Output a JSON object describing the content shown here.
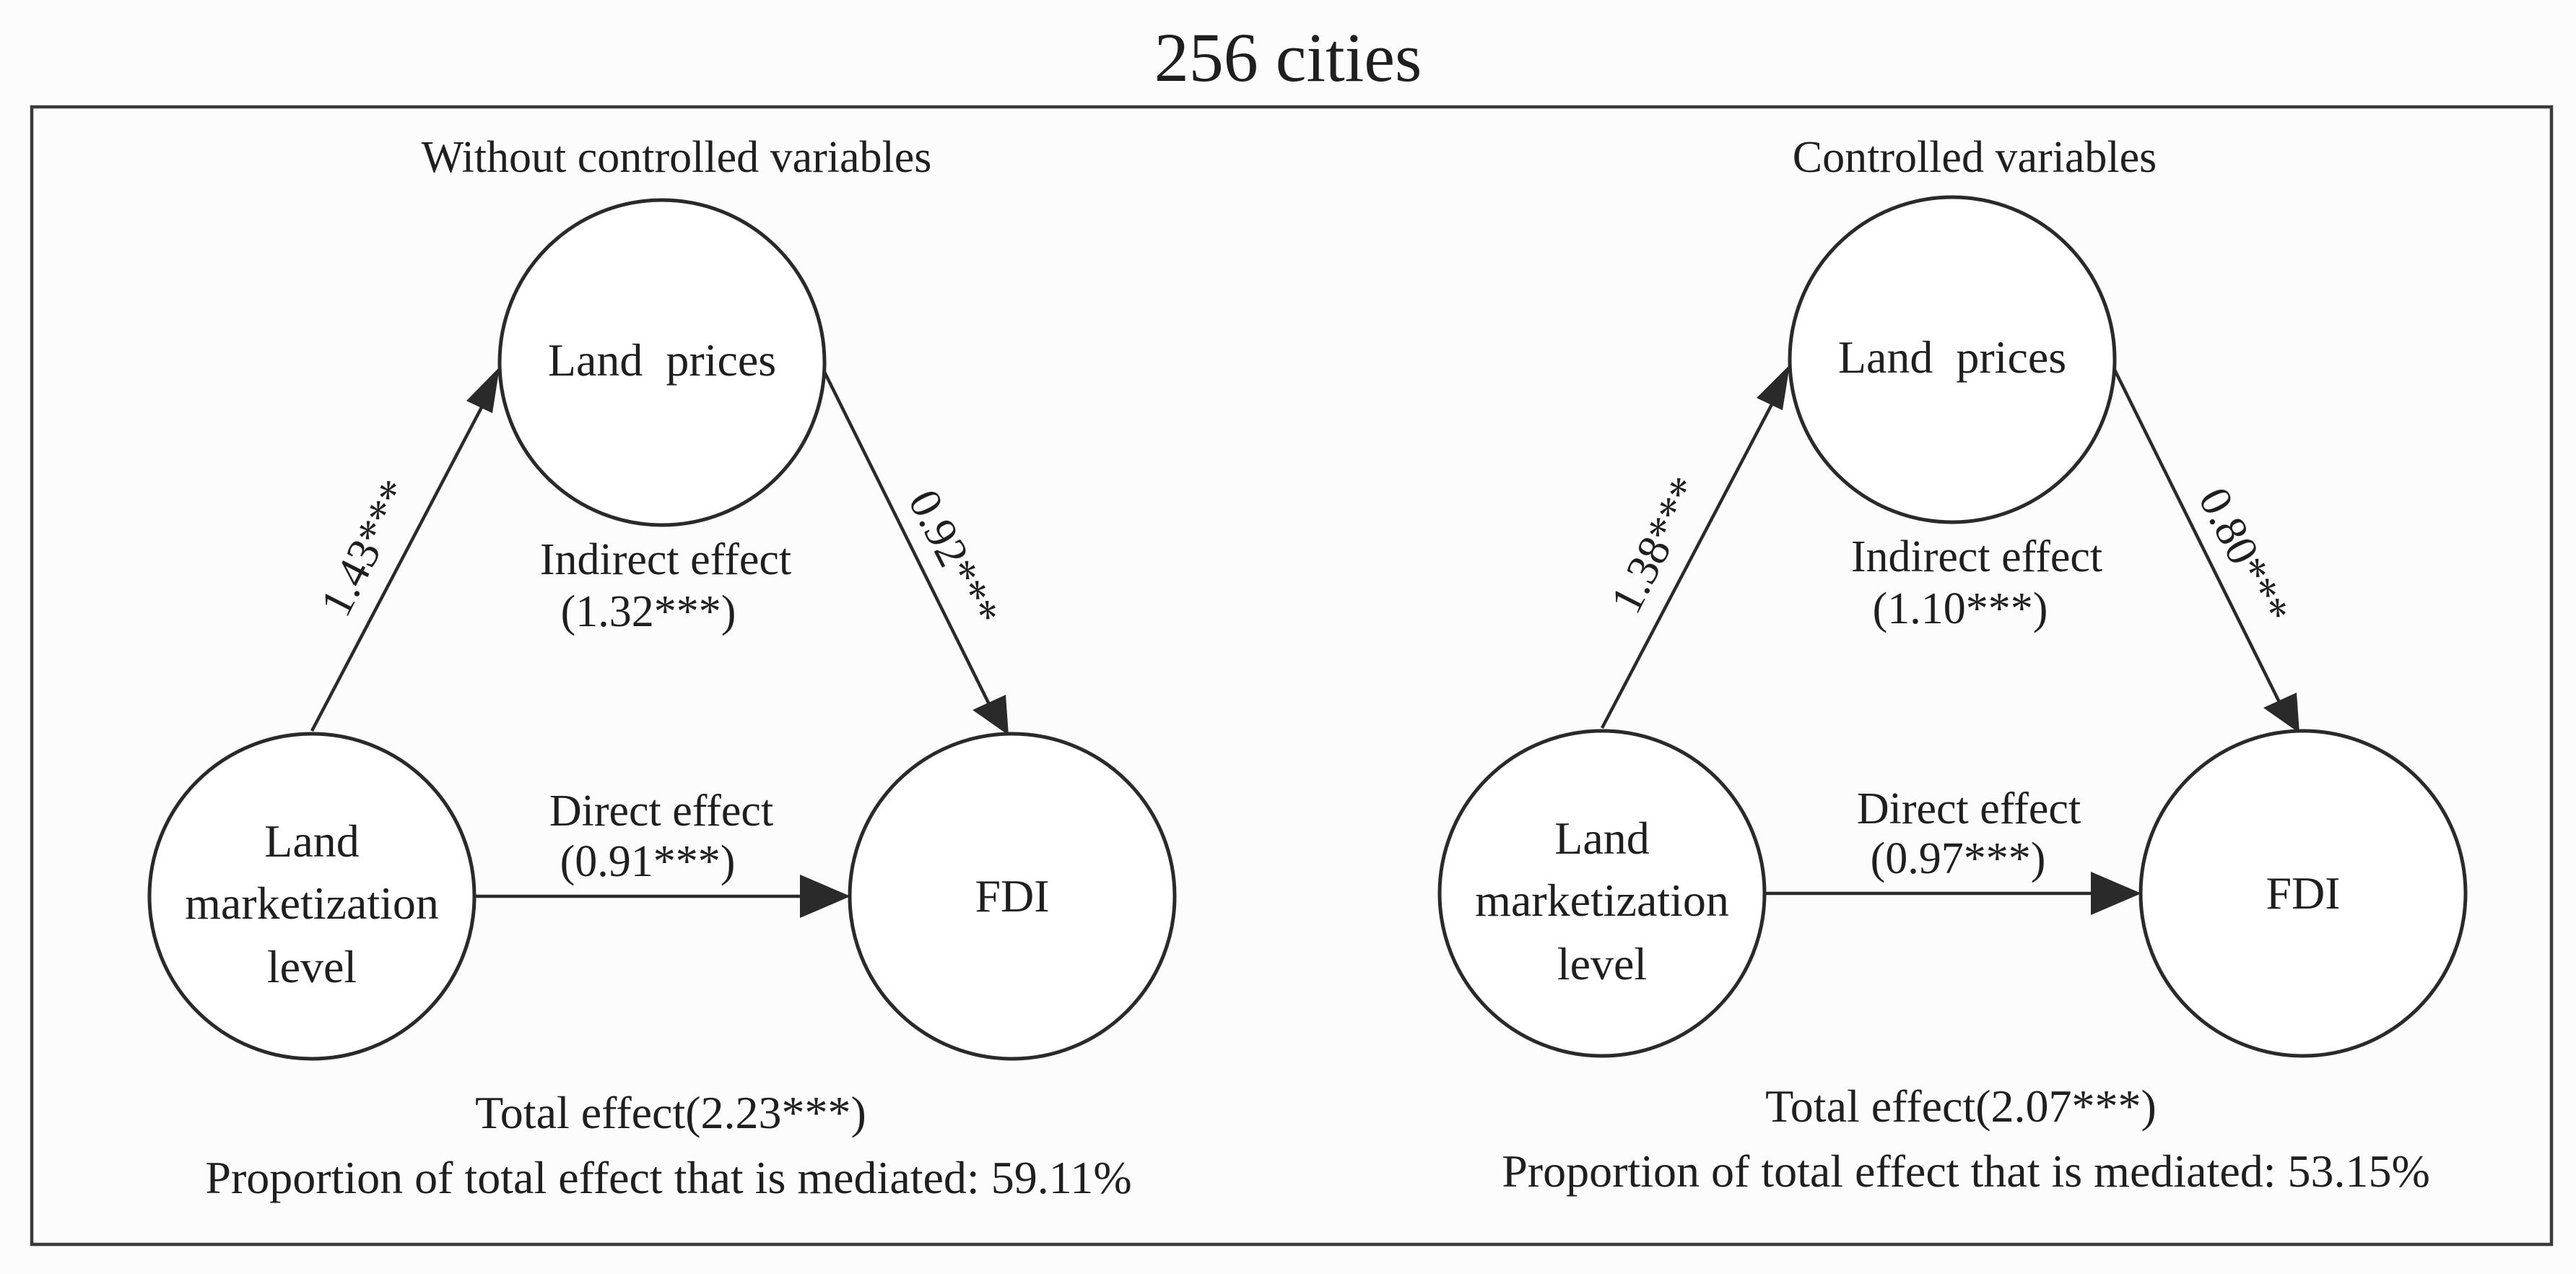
{
  "title": "256 cities",
  "panels": [
    {
      "heading": "Without controlled variables",
      "nodes": {
        "mediator_label": "Land  prices",
        "independent_label_lines": [
          "Land",
          "marketization",
          "level"
        ],
        "dependent_label": "FDI"
      },
      "path_a": "1.43***",
      "path_b": "0.92***",
      "indirect_label": "Indirect effect",
      "indirect_value": "(1.32***)",
      "direct_label": "Direct effect",
      "direct_value": "(0.91***)",
      "total_effect": "Total effect(2.23***)",
      "proportion": "Proportion of total effect that is mediated: 59.11%"
    },
    {
      "heading": "Controlled variables",
      "nodes": {
        "mediator_label": "Land  prices",
        "independent_label_lines": [
          "Land",
          "marketization",
          "level"
        ],
        "dependent_label": "FDI"
      },
      "path_a": "1.38***",
      "path_b": "0.80***",
      "indirect_label": "Indirect effect",
      "indirect_value": "(1.10***)",
      "direct_label": "Direct effect",
      "direct_value": "(0.97***)",
      "total_effect": "Total effect(2.07***)",
      "proportion": "Proportion of total effect that is mediated: 53.15%"
    }
  ]
}
